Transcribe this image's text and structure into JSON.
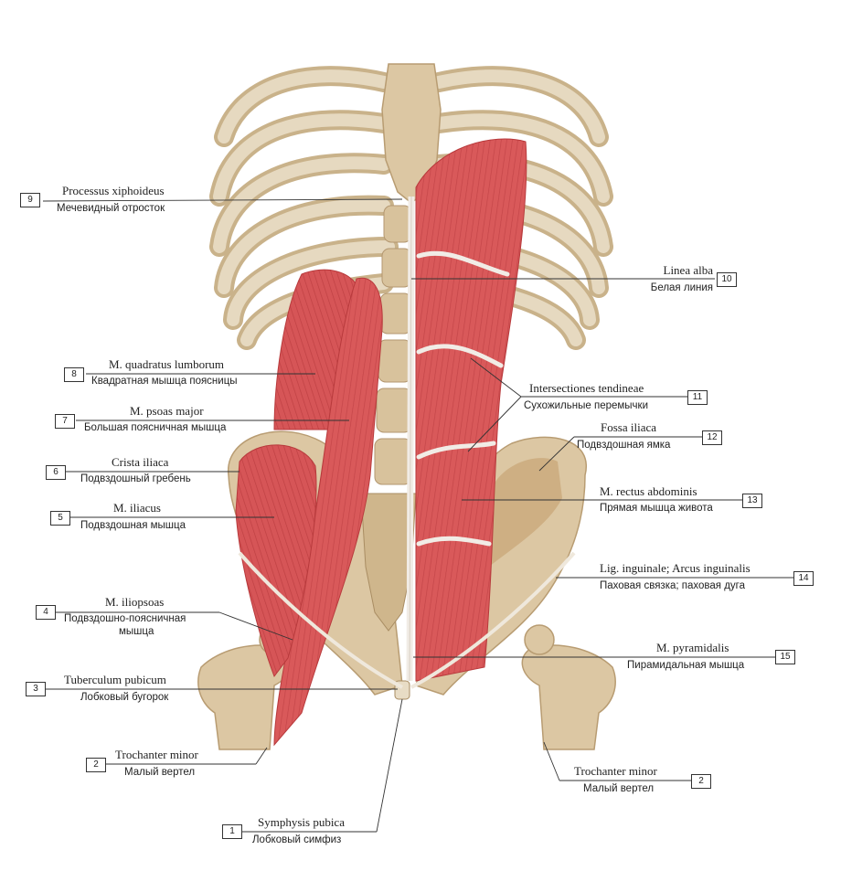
{
  "labels": [
    {
      "num": "9",
      "latin": "Processus xiphoideus",
      "russian": "Мечевидный отросток"
    },
    {
      "num": "10",
      "latin": "Linea alba",
      "russian": "Белая линия"
    },
    {
      "num": "8",
      "latin": "M. quadratus lumborum",
      "russian": "Квадратная мышца поясницы"
    },
    {
      "num": "11",
      "latin": "Intersectiones tendineae",
      "russian": "Сухожильные перемычки"
    },
    {
      "num": "7",
      "latin": "M. psoas major",
      "russian": "Большая поясничная мышца"
    },
    {
      "num": "12",
      "latin": "Fossa iliaca",
      "russian": "Подвздошная ямка"
    },
    {
      "num": "6",
      "latin": "Crista iliaca",
      "russian": "Подвздошный гребень"
    },
    {
      "num": "13",
      "latin": "M. rectus abdominis",
      "russian": "Прямая мышца живота"
    },
    {
      "num": "5",
      "latin": "M. iliacus",
      "russian": "Подвздошная мышца"
    },
    {
      "num": "14",
      "latin": "Lig. inguinale; Arcus inguinalis",
      "russian": "Паховая связка; паховая дуга"
    },
    {
      "num": "4",
      "latin": "M. iliopsoas",
      "russian": "Подвздошно-поясничная",
      "russian2": "мышца"
    },
    {
      "num": "15",
      "latin": "M. pyramidalis",
      "russian": "Пирамидальная мышца"
    },
    {
      "num": "3",
      "latin": "Tuberculum pubicum",
      "russian": "Лобковый бугорок"
    },
    {
      "num": "2",
      "latin": "Trochanter minor",
      "russian": "Малый вертел"
    },
    {
      "num": "2",
      "latin": "Trochanter minor",
      "russian": "Малый вертел"
    },
    {
      "num": "1",
      "latin": "Symphysis pubica",
      "russian": "Лобковый симфиз"
    }
  ],
  "colors": {
    "bone": "#dcc7a3",
    "bone_light": "#ece2cf",
    "muscle": "#d9595a",
    "muscle_dark": "#b83a3c",
    "tendon": "#f1ece6",
    "leader": "#333333"
  }
}
